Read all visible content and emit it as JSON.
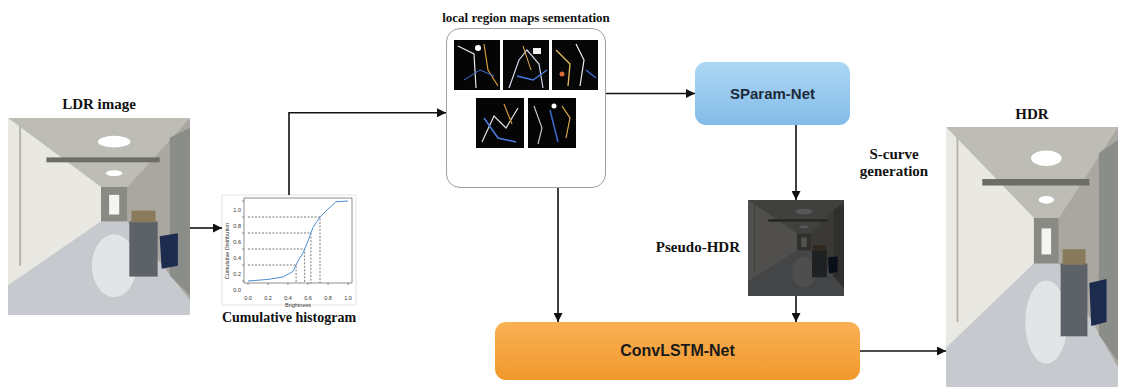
{
  "diagram": {
    "nodes": [
      {
        "text": [
          "LDR image"
        ]
      },
      {
        "text": [
          "Cumulative histogram"
        ]
      },
      {
        "text": [
          "local region maps sementation"
        ]
      },
      {
        "text": [
          "SParam-Net"
        ]
      },
      {
        "text": [
          "Pseudo-HDR"
        ]
      },
      {
        "text": [
          "ConvLSTM-Net"
        ]
      },
      {
        "text": [
          "HDR"
        ]
      }
    ],
    "edges": [
      {
        "from": 0,
        "to": 1,
        "arrow": "to"
      },
      {
        "from": 1,
        "to": 2,
        "arrow": "to"
      },
      {
        "from": 2,
        "to": 3,
        "arrow": "to"
      },
      {
        "from": 2,
        "to": 5,
        "arrow": "to"
      },
      {
        "from": 3,
        "to": 4,
        "label": "S-curve generation",
        "arrow": "to"
      },
      {
        "from": 4,
        "to": 5,
        "arrow": "to"
      },
      {
        "from": 5,
        "to": 6,
        "arrow": "to"
      }
    ],
    "labels": [
      "0.0",
      "0.2",
      "0.4",
      "0.6",
      "0.8",
      "1.0",
      "0.0",
      "0.2",
      "0.4",
      "0.6",
      "0.8",
      "1.0",
      "Brightness",
      "Cumulative Distribution"
    ]
  }
}
